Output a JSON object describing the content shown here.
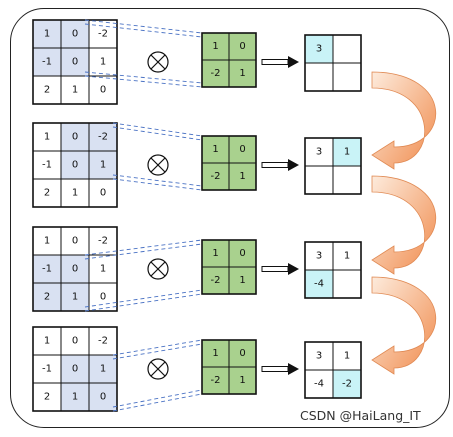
{
  "input_matrix": [
    [
      "1",
      "0",
      "-2"
    ],
    [
      "-1",
      "0",
      "1"
    ],
    [
      "2",
      "1",
      "0"
    ]
  ],
  "kernel": [
    [
      "1",
      "0"
    ],
    [
      "-2",
      "1"
    ]
  ],
  "operator_symbol": "⊗",
  "steps": [
    {
      "highlight_row": 0,
      "highlight_col": 0,
      "output": [
        [
          "3",
          ""
        ],
        [
          "",
          ""
        ]
      ],
      "active": [
        0,
        0
      ]
    },
    {
      "highlight_row": 0,
      "highlight_col": 1,
      "output": [
        [
          "3",
          "1"
        ],
        [
          "",
          ""
        ]
      ],
      "active": [
        0,
        1
      ]
    },
    {
      "highlight_row": 1,
      "highlight_col": 0,
      "output": [
        [
          "3",
          "1"
        ],
        [
          "-4",
          ""
        ]
      ],
      "active": [
        1,
        0
      ]
    },
    {
      "highlight_row": 1,
      "highlight_col": 1,
      "output": [
        [
          "3",
          "1"
        ],
        [
          "-4",
          "-2"
        ]
      ],
      "active": [
        1,
        1
      ]
    }
  ],
  "watermark": "CSDN @HaiLang_IT",
  "colors": {
    "input_highlight": "#d9e1f2",
    "kernel_fill": "#a9d18e",
    "output_active": "#c9f3f7",
    "dash": "#4a72c4",
    "curve_arrow": "#f4b183",
    "curve_arrow_light": "#fbe5d6"
  }
}
